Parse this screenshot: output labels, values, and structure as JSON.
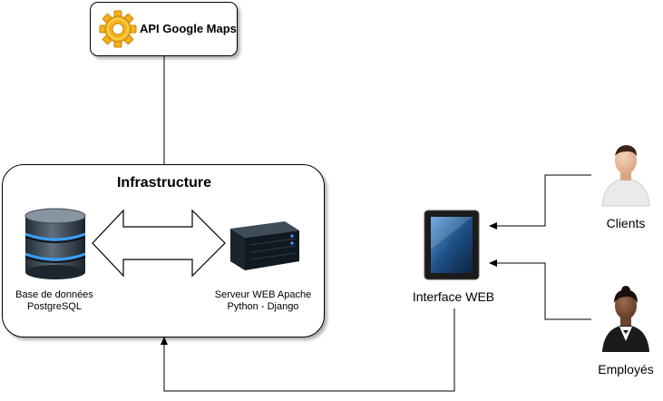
{
  "api": {
    "label": "API Google Maps"
  },
  "infrastructure": {
    "title": "Infrastructure",
    "database": {
      "line1": "Base de données",
      "line2": "PostgreSQL"
    },
    "server": {
      "line1": "Serveur WEB Apache",
      "line2": "Python - Django"
    }
  },
  "interface": {
    "label": "Interface WEB"
  },
  "clients": {
    "label": "Clients"
  },
  "employees": {
    "label": "Employés"
  },
  "icons": [
    "gear-icon",
    "database-icon",
    "server-icon",
    "tablet-icon",
    "client-person-icon",
    "employee-person-icon",
    "double-arrow-icon"
  ]
}
